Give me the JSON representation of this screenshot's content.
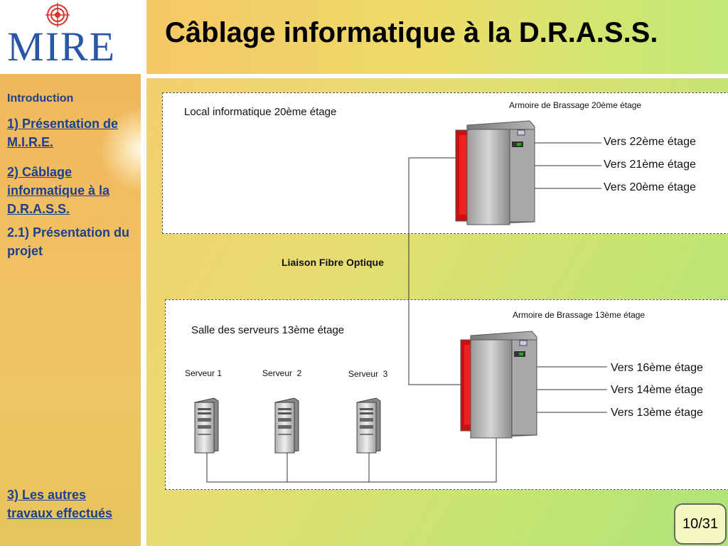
{
  "logo": {
    "text": "MIRE"
  },
  "header": {
    "title": "Câblage informatique à la D.R.A.S.S."
  },
  "nav": {
    "intro": "Introduction",
    "item1": "1) Présentation de M.I.R.E.",
    "item2": "2) Câblage informatique à la D.R.A.S.S.",
    "item21": "2.1) Présentation du projet",
    "item3": "3) Les autres travaux effectués"
  },
  "diagram": {
    "top_box": {
      "title": "Local informatique 20ème étage",
      "cabinet_label": "Armoire de Brassage 20ème étage",
      "outputs": [
        "Vers 22ème étage",
        "Vers 21ème étage",
        "Vers 20ème étage"
      ]
    },
    "link_label": "Liaison Fibre Optique",
    "bottom_box": {
      "title": "Salle des serveurs 13ème étage",
      "cabinet_label": "Armoire de Brassage 13ème étage",
      "outputs": [
        "Vers 16ème étage",
        "Vers 14ème étage",
        "Vers 13ème étage"
      ],
      "servers": [
        "Serveur 1",
        "Serveur  2",
        "Serveur  3"
      ]
    }
  },
  "page": {
    "number": "10/31"
  },
  "colors": {
    "nav_text": "#1c3f8f",
    "logo_blue": "#2a56a8",
    "logo_red": "#d8322a",
    "cabinet_red": "#cc1010"
  }
}
